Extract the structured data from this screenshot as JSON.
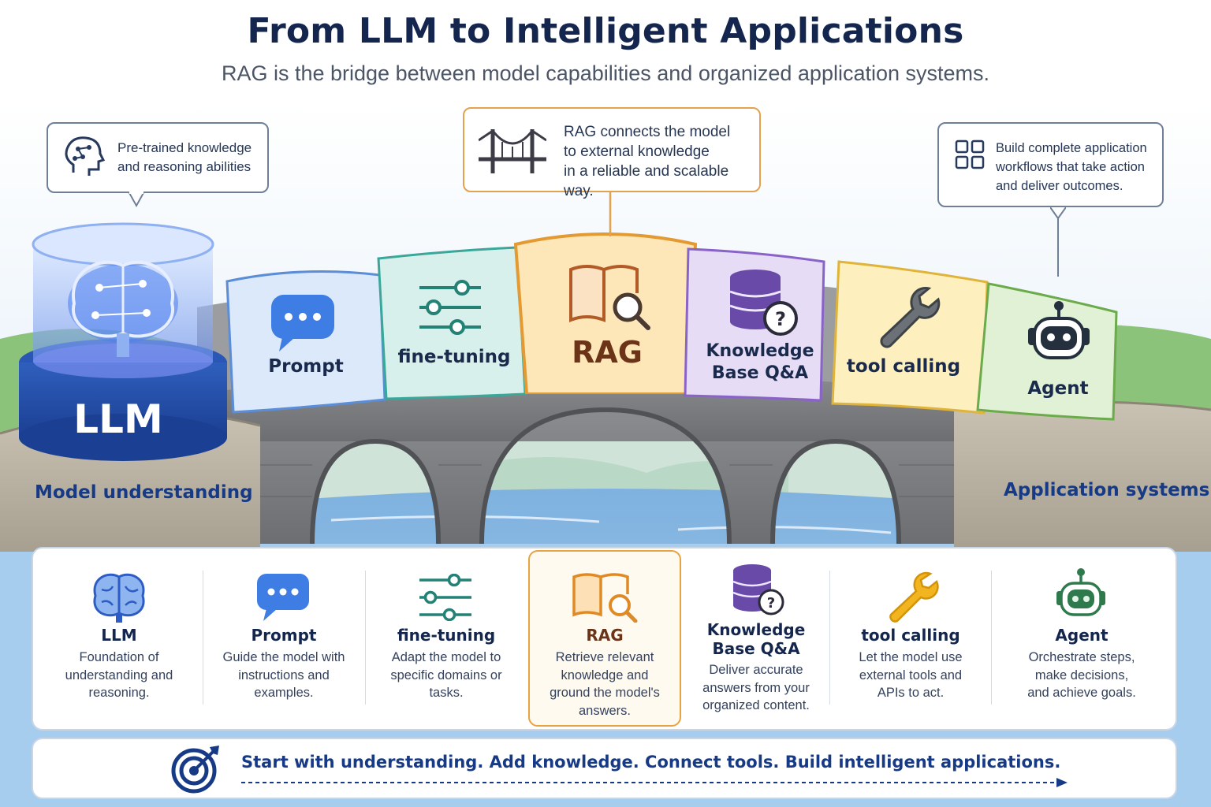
{
  "header": {
    "title": "From LLM to Intelligent Applications",
    "subtitle": "RAG is the bridge between model capabilities and organized application systems."
  },
  "callouts": {
    "left": [
      "Pre-trained knowledge",
      "and reasoning abilities"
    ],
    "center": [
      "RAG connects the model",
      "to external knowledge",
      "in a reliable and scalable way."
    ],
    "right": [
      "Build complete application",
      "workflows that take action",
      "and deliver outcomes."
    ]
  },
  "bridge": {
    "llm_label": "LLM",
    "left_caption": "Model understanding",
    "right_caption": "Application systems",
    "tiles": [
      {
        "label": "Prompt",
        "icon": "chat-bubble-icon",
        "color": "#dce9fb"
      },
      {
        "label": "fine-tuning",
        "icon": "sliders-icon",
        "color": "#d8f0ec"
      },
      {
        "label": "RAG",
        "icon": "book-search-icon",
        "color": "#fde7b8"
      },
      {
        "label": "Knowledge",
        "label2": "Base Q&A",
        "icon": "database-question-icon",
        "color": "#e6dcf5"
      },
      {
        "label": "tool calling",
        "icon": "wrench-icon",
        "color": "#fdf0be"
      },
      {
        "label": "Agent",
        "icon": "robot-icon",
        "color": "#e1f1d6"
      }
    ]
  },
  "steps": [
    {
      "title": "LLM",
      "desc": [
        "Foundation of",
        "understanding and",
        "reasoning."
      ],
      "icon": "brain-icon"
    },
    {
      "title": "Prompt",
      "desc": [
        "Guide the model with",
        "instructions and",
        "examples."
      ],
      "icon": "chat-bubble-icon"
    },
    {
      "title": "fine-tuning",
      "desc": [
        "Adapt the model to",
        "specific domains or",
        "tasks."
      ],
      "icon": "sliders-icon"
    },
    {
      "title": "RAG",
      "desc": [
        "Retrieve relevant",
        "knowledge and",
        "ground the model's",
        "answers."
      ],
      "icon": "book-search-icon"
    },
    {
      "title": "Knowledge",
      "title2": "Base Q&A",
      "desc": [
        "Deliver accurate",
        "answers from your",
        "organized content."
      ],
      "icon": "database-question-icon"
    },
    {
      "title": "tool calling",
      "desc": [
        "Let the model use",
        "external tools and",
        "APIs to act."
      ],
      "icon": "wrench-icon"
    },
    {
      "title": "Agent",
      "desc": [
        "Orchestrate steps,",
        "make decisions,",
        "and achieve goals."
      ],
      "icon": "robot-icon"
    }
  ],
  "footer": {
    "text": "Start with understanding. Add knowledge. Connect tools. Build intelligent applications.",
    "icon": "target-icon"
  }
}
